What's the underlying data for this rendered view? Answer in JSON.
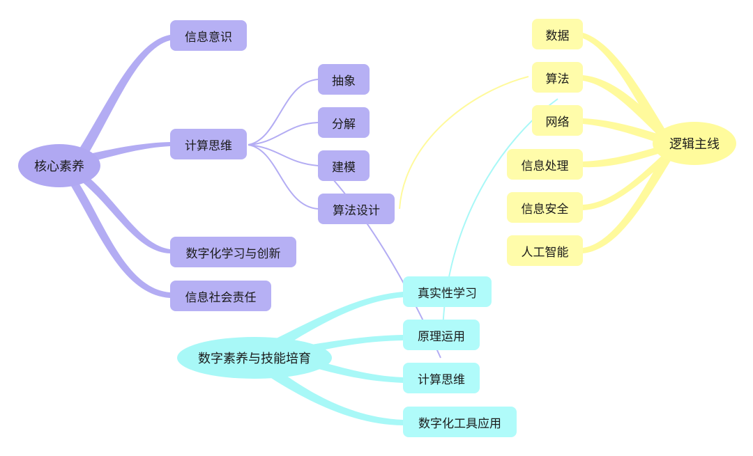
{
  "colors": {
    "purple_branch": "#b3acf3",
    "purple_node": "#b6b0f4",
    "yellow_branch": "#fffa9c",
    "yellow_node": "#fffcaa",
    "cyan_branch": "#a8f8f7",
    "cyan_node": "#b0fbfa"
  },
  "core": {
    "label": "核心素养",
    "children": [
      "信息意识",
      "计算思维",
      "数字化学习与创新",
      "信息社会责任"
    ]
  },
  "thinking": {
    "children": [
      "抽象",
      "分解",
      "建模",
      "算法设计"
    ]
  },
  "logic": {
    "label": "逻辑主线",
    "children": [
      "数据",
      "算法",
      "网络",
      "信息处理",
      "信息安全",
      "人工智能"
    ]
  },
  "digital": {
    "label": "数字素养与技能培育",
    "children": [
      "真实性学习",
      "原理运用",
      "计算思维",
      "数字化工具应用"
    ]
  }
}
